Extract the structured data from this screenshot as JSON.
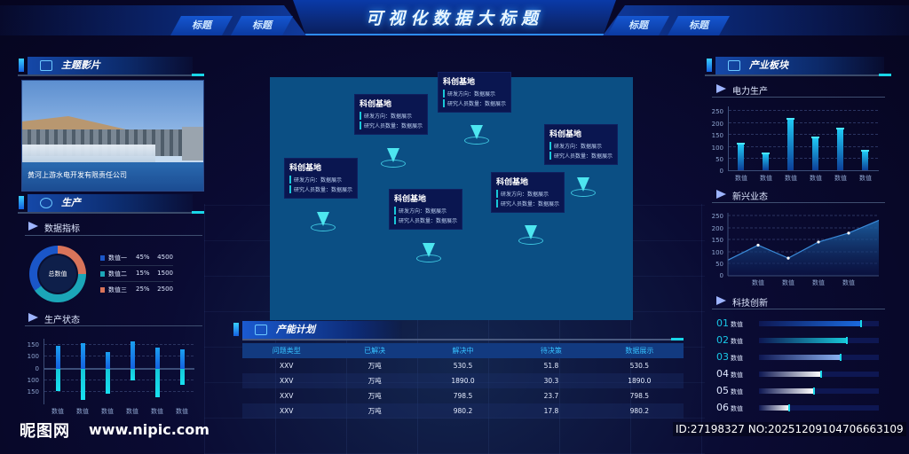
{
  "header": {
    "title": "可视化数据大标题",
    "tabs_left": [
      "标题",
      "标题"
    ],
    "tabs_right": [
      "标题",
      "标题"
    ]
  },
  "left": {
    "video_panel": {
      "title": "主题影片",
      "icon": "film-icon",
      "caption": "黄河上游水电开发有限责任公司"
    },
    "production_panel": {
      "title": "生产",
      "icon": "gears-icon",
      "indicators": {
        "subtitle": "数据指标",
        "donut_center": "总数值",
        "legend": [
          {
            "name": "数值一",
            "percent": "45%",
            "value": "4500",
            "color": "#1a56c8"
          },
          {
            "name": "数值二",
            "percent": "15%",
            "value": "1500",
            "color": "#1ba6b8"
          },
          {
            "name": "数值三",
            "percent": "25%",
            "value": "2500",
            "color": "#d9745a"
          }
        ]
      },
      "status": {
        "subtitle": "生产状态",
        "y_ticks": [
          "150",
          "100",
          "0",
          "100",
          "150"
        ]
      }
    }
  },
  "center": {
    "map_cards": [
      {
        "title": "科创基地",
        "line1": "研发方向：数据展示",
        "line2": "研究人员数量：数据展示"
      },
      {
        "title": "科创基地",
        "line1": "研发方向：数据展示",
        "line2": "研究人员数量：数据展示"
      },
      {
        "title": "科创基地",
        "line1": "研发方向：数据展示",
        "line2": "研究人员数量：数据展示"
      },
      {
        "title": "科创基地",
        "line1": "研发方向：数据展示",
        "line2": "研究人员数量：数据展示"
      },
      {
        "title": "科创基地",
        "line1": "研发方向：数据展示",
        "line2": "研究人员数量：数据展示"
      },
      {
        "title": "科创基地",
        "line1": "研发方向：数据展示",
        "line2": "研究人员数量：数据展示"
      }
    ],
    "capacity_plan": {
      "title": "产能计划",
      "icon": "factory-icon",
      "columns": [
        "问题类型",
        "已解决",
        "解决中",
        "待决策",
        "数据展示"
      ],
      "rows": [
        [
          "XXV",
          "万吨",
          "530.5",
          "51.8",
          "530.5"
        ],
        [
          "XXV",
          "万吨",
          "1890.0",
          "30.3",
          "1890.0"
        ],
        [
          "XXV",
          "万吨",
          "798.5",
          "23.7",
          "798.5"
        ],
        [
          "XXV",
          "万吨",
          "980.2",
          "17.8",
          "980.2"
        ]
      ]
    }
  },
  "right": {
    "panel_title": "产业板块",
    "icon": "building-icon",
    "power": {
      "subtitle": "电力生产",
      "y_ticks": [
        "250",
        "200",
        "150",
        "100",
        "50",
        "0"
      ]
    },
    "emerging": {
      "subtitle": "新兴业态",
      "y_ticks": [
        "250",
        "200",
        "150",
        "100",
        "50",
        "0"
      ]
    },
    "tech": {
      "subtitle": "科技创新",
      "items": [
        {
          "num": "01",
          "label": "数值",
          "pct": 85,
          "color": "#1a6ae0",
          "numcolor": "#19c8e8"
        },
        {
          "num": "02",
          "label": "数值",
          "pct": 73,
          "color": "#17c8d8",
          "numcolor": "#19c8e8"
        },
        {
          "num": "03",
          "label": "数值",
          "pct": 68,
          "color": "#8ab0f0",
          "numcolor": "#19c8e8"
        },
        {
          "num": "04",
          "label": "数值",
          "pct": 52,
          "color": "#ffffff",
          "numcolor": "#dfe8ff"
        },
        {
          "num": "05",
          "label": "数值",
          "pct": 46,
          "color": "#ffffff",
          "numcolor": "#dfe8ff"
        },
        {
          "num": "06",
          "label": "数值",
          "pct": 25,
          "color": "#ffffff",
          "numcolor": "#dfe8ff"
        }
      ]
    }
  },
  "watermark": {
    "brand": "昵图网",
    "url": "www.nipic.com",
    "id_text": "ID:27198327 NO:20251209104706663109"
  },
  "chart_data": [
    {
      "type": "bar",
      "title": "生产状态",
      "categories": [
        "数值",
        "数值",
        "数值",
        "数值",
        "数值",
        "数值"
      ],
      "series": [
        {
          "name": "positive",
          "values": [
            120,
            130,
            85,
            140,
            110,
            100
          ]
        },
        {
          "name": "negative",
          "values": [
            -115,
            -160,
            -125,
            -60,
            -145,
            -80
          ]
        }
      ],
      "ylim": [
        -150,
        150
      ],
      "y_tick_labels": [
        "150",
        "100",
        "0",
        "100",
        "150"
      ]
    },
    {
      "type": "bar",
      "title": "电力生产",
      "categories": [
        "数值",
        "数值",
        "数值",
        "数值",
        "数值",
        "数值"
      ],
      "values": [
        108,
        68,
        210,
        133,
        170,
        78
      ],
      "ylim": [
        0,
        250
      ]
    },
    {
      "type": "area",
      "title": "新兴业态",
      "categories": [
        "数值",
        "数值",
        "数值",
        "数值"
      ],
      "x": [
        0,
        1,
        2,
        3,
        4,
        5
      ],
      "values": [
        65,
        127,
        73,
        140,
        177,
        230
      ],
      "ylim": [
        0,
        250
      ]
    },
    {
      "type": "bar",
      "title": "科技创新",
      "categories": [
        "01",
        "02",
        "03",
        "04",
        "05",
        "06"
      ],
      "values": [
        85,
        73,
        68,
        52,
        46,
        25
      ],
      "orientation": "horizontal"
    },
    {
      "type": "pie",
      "title": "数据指标",
      "categories": [
        "数值一",
        "数值二",
        "数值三"
      ],
      "values": [
        45,
        15,
        25
      ],
      "absolute": [
        4500,
        1500,
        2500
      ]
    }
  ]
}
